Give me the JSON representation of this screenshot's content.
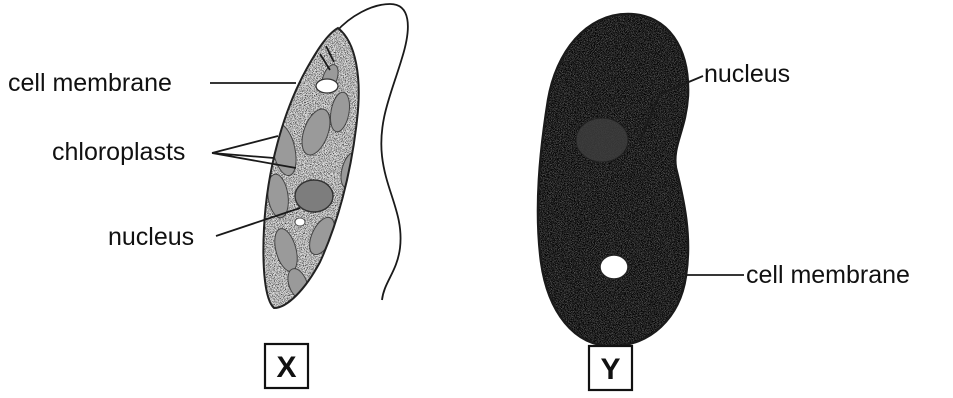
{
  "figure": {
    "cell_x": {
      "box_label": "X",
      "labels": {
        "cell_membrane": "cell membrane",
        "chloroplasts": "chloroplasts",
        "nucleus": "nucleus"
      }
    },
    "cell_y": {
      "box_label": "Y",
      "labels": {
        "nucleus": "nucleus",
        "cell_membrane": "cell membrane"
      }
    }
  }
}
